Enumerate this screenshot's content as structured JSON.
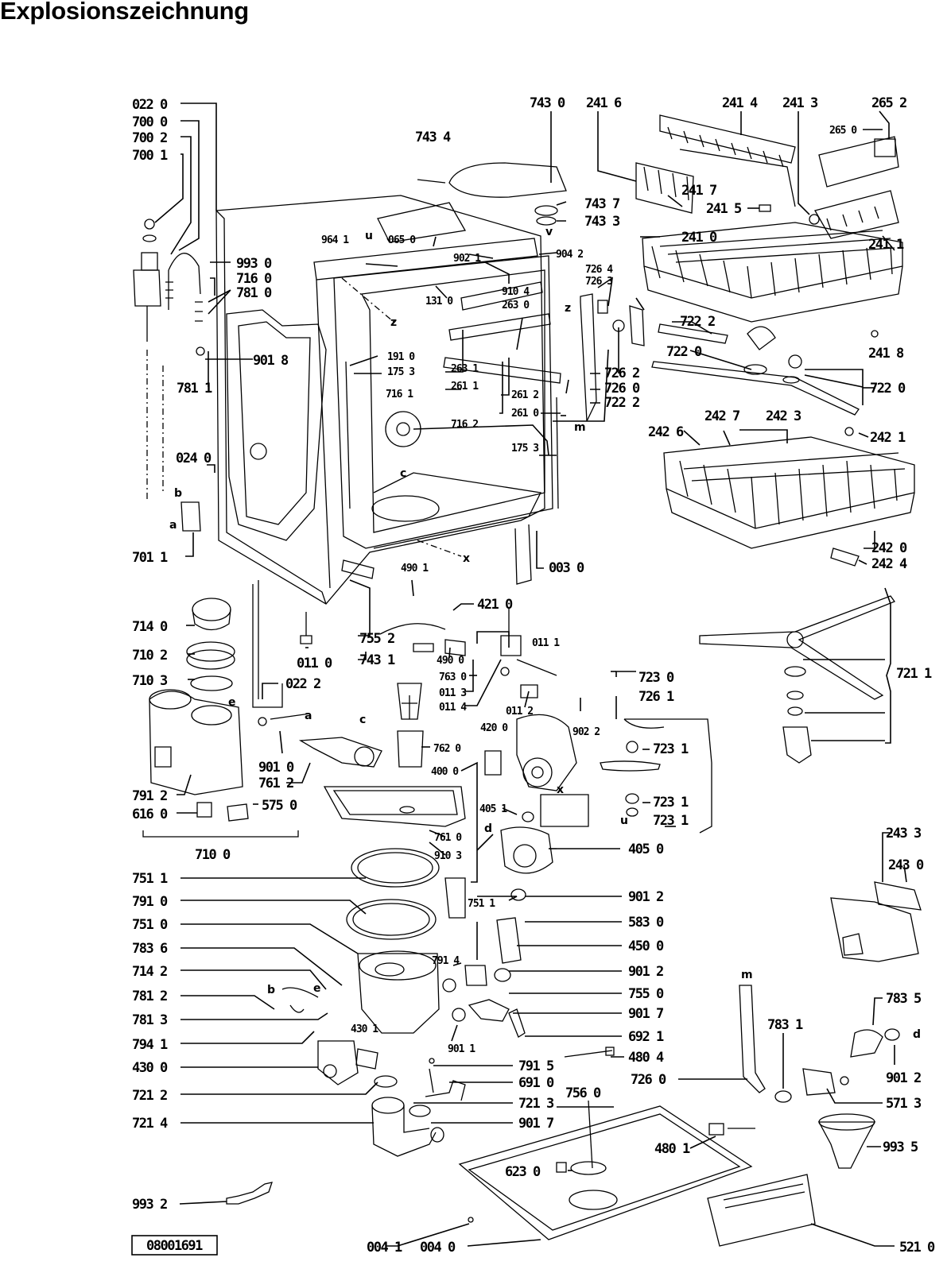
{
  "header": {
    "title": "Explosionszeichnung"
  },
  "footer": {
    "drawing_number": "08001691"
  },
  "labels": [
    "022 0",
    "700 0",
    "700 2",
    "700 1",
    "993 0",
    "716 0",
    "781 0",
    "901 8",
    "781 1",
    "024 0",
    "701 1",
    "743 4",
    "743 0",
    "241 6",
    "241 4",
    "241 3",
    "265 2",
    "265 0",
    "241 7",
    "241 5",
    "241 0",
    "241 1",
    "743 7",
    "743 3",
    "964 1",
    "065 0",
    "902 1",
    "904 2",
    "726 4",
    "726 3",
    "910 4",
    "263 0",
    "131 0",
    "191 0",
    "175 3",
    "263 1",
    "261 1",
    "261 2",
    "261 0",
    "716 1",
    "716 2",
    "175 3",
    "003 0",
    "722 2",
    "722 0",
    "241 8",
    "722 0",
    "726 2",
    "726 0",
    "722 2",
    "242 6",
    "242 7",
    "242 3",
    "242 1",
    "242 0",
    "242 4",
    "490 1",
    "421 0",
    "490 0",
    "755 2",
    "743 1",
    "011 0",
    "022 2",
    "011 1",
    "763 0",
    "011 3",
    "011 4",
    "011 2",
    "902 2",
    "714 0",
    "710 2",
    "710 3",
    "901 0",
    "761 2",
    "791 2",
    "616 0",
    "575 0",
    "710 0",
    "762 0",
    "400 0",
    "420 0",
    "723 0",
    "726 1",
    "723 1",
    "723 1",
    "723 1",
    "721 1",
    "405 1",
    "761 0",
    "910 3",
    "405 0",
    "751 1",
    "791 0",
    "751 0",
    "783 6",
    "714 2",
    "781 2",
    "781 3",
    "794 1",
    "430 0",
    "430 1",
    "751 1",
    "901 2",
    "583 0",
    "450 0",
    "791 4",
    "901 2",
    "755 0",
    "901 7",
    "692 1",
    "901 1",
    "791 5",
    "691 0",
    "480 4",
    "721 2",
    "721 3",
    "721 4",
    "901 7",
    "756 0",
    "726 0",
    "783 1",
    "571 3",
    "901 2",
    "783 5",
    "243 3",
    "243 0",
    "993 5",
    "480 1",
    "623 0",
    "993 2",
    "004 1",
    "004 0",
    "521 0"
  ],
  "letters": [
    "u",
    "v",
    "z",
    "x",
    "c",
    "m",
    "b",
    "a",
    "e",
    "d"
  ]
}
